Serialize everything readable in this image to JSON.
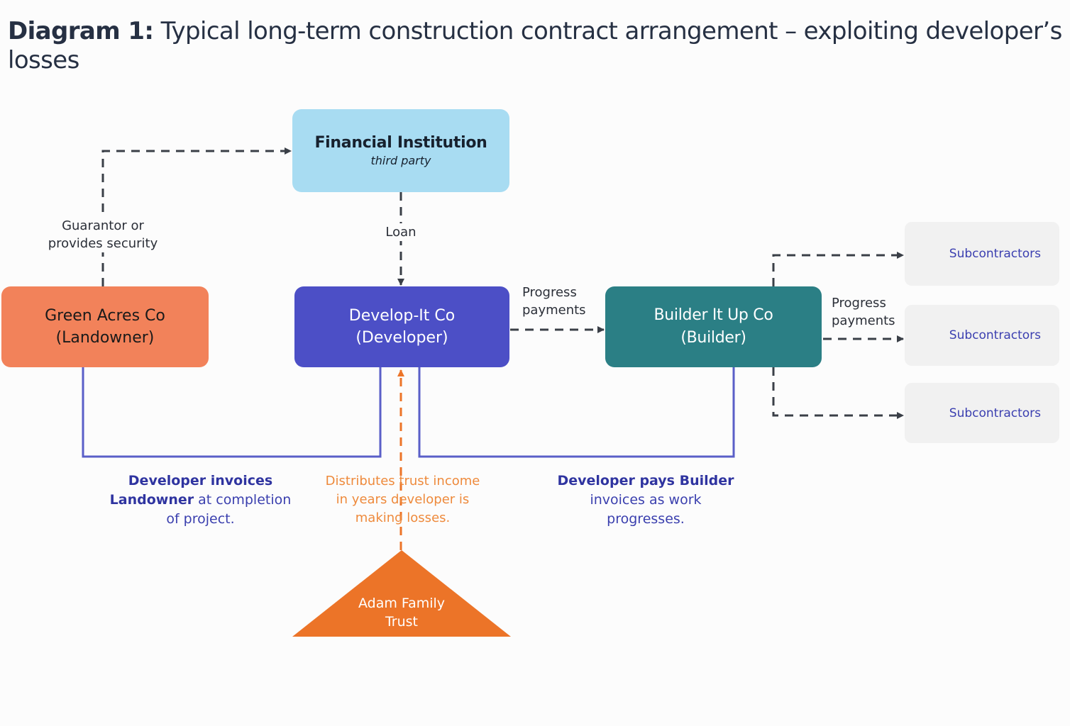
{
  "title": {
    "bold": "Diagram 1:",
    "text": " Typical long-term construction contract arrangement – exploiting developer’s losses"
  },
  "nodes": {
    "financial_institution": {
      "name": "Financial Institution",
      "subtitle": "third party",
      "color": "#a8dcf2"
    },
    "landowner": {
      "name": "Green Acres Co",
      "role": "(Landowner)",
      "color": "#f2825a"
    },
    "developer": {
      "name": "Develop-It Co",
      "role": "(Developer)",
      "color": "#4c4fc6"
    },
    "builder": {
      "name": "Builder It Up Co",
      "role": "(Builder)",
      "color": "#2b7f85"
    },
    "subcontractors": [
      {
        "name": "Subcontractors"
      },
      {
        "name": "Subcontractors"
      },
      {
        "name": "Subcontractors"
      }
    ],
    "trust": {
      "line1": "Adam Family",
      "line2": "Trust",
      "color": "#ec7428"
    }
  },
  "edges": {
    "guarantor": {
      "line1": "Guarantor or",
      "line2": "provides security"
    },
    "loan": {
      "label": "Loan"
    },
    "progress_dev_builder": {
      "line1": "Progress",
      "line2": "payments"
    },
    "progress_builder_subs": {
      "line1": "Progress",
      "line2": "payments"
    }
  },
  "captions": {
    "landowner": {
      "bold1": "Developer invoices",
      "bold2": "Landowner",
      "rest2": " at completion",
      "line3": "of project."
    },
    "trust": {
      "line1": "Distributes trust income",
      "line2": "in years developer is",
      "line3": "making losses."
    },
    "builder": {
      "bold1": "Developer pays Builder",
      "line2": "invoices as work",
      "line3": "progresses."
    }
  }
}
